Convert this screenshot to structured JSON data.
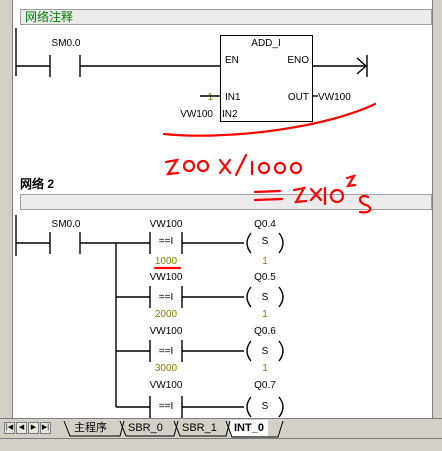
{
  "network1": {
    "comment": "网络注释",
    "contact": "SM0.0",
    "block": {
      "name": "ADD_I",
      "en": "EN",
      "eno": "ENO",
      "in1_pin": "IN1",
      "in2_pin": "IN2",
      "out_pin": "OUT",
      "in1_value": "1",
      "in2_value": "VW100",
      "out_value": "VW100"
    }
  },
  "network2": {
    "title": "网络 2",
    "contact": "SM0.0",
    "rungs": [
      {
        "compare_addr": "VW100",
        "compare_op": "==I",
        "compare_value": "1000",
        "coil_addr": "Q0.4",
        "coil_op": "S",
        "coil_count": "1"
      },
      {
        "compare_addr": "VW100",
        "compare_op": "==I",
        "compare_value": "2000",
        "coil_addr": "Q0.5",
        "coil_op": "S",
        "coil_count": "1"
      },
      {
        "compare_addr": "VW100",
        "compare_op": "==I",
        "compare_value": "3000",
        "coil_addr": "Q0.6",
        "coil_op": "S",
        "coil_count": "1"
      },
      {
        "compare_addr": "VW100",
        "compare_op": "==I",
        "coil_addr": "Q0.7",
        "coil_op": "S"
      }
    ]
  },
  "tabs": [
    {
      "label": "主程序",
      "active": false
    },
    {
      "label": "SBR_0",
      "active": false
    },
    {
      "label": "SBR_1",
      "active": false
    },
    {
      "label": "INT_0",
      "active": true
    }
  ],
  "nav_icons": [
    "first-icon",
    "prev-icon",
    "next-icon",
    "last-icon"
  ],
  "colors": {
    "annotation": "#ff0000",
    "comment_text": "#008000",
    "operand_value": "#808000"
  }
}
